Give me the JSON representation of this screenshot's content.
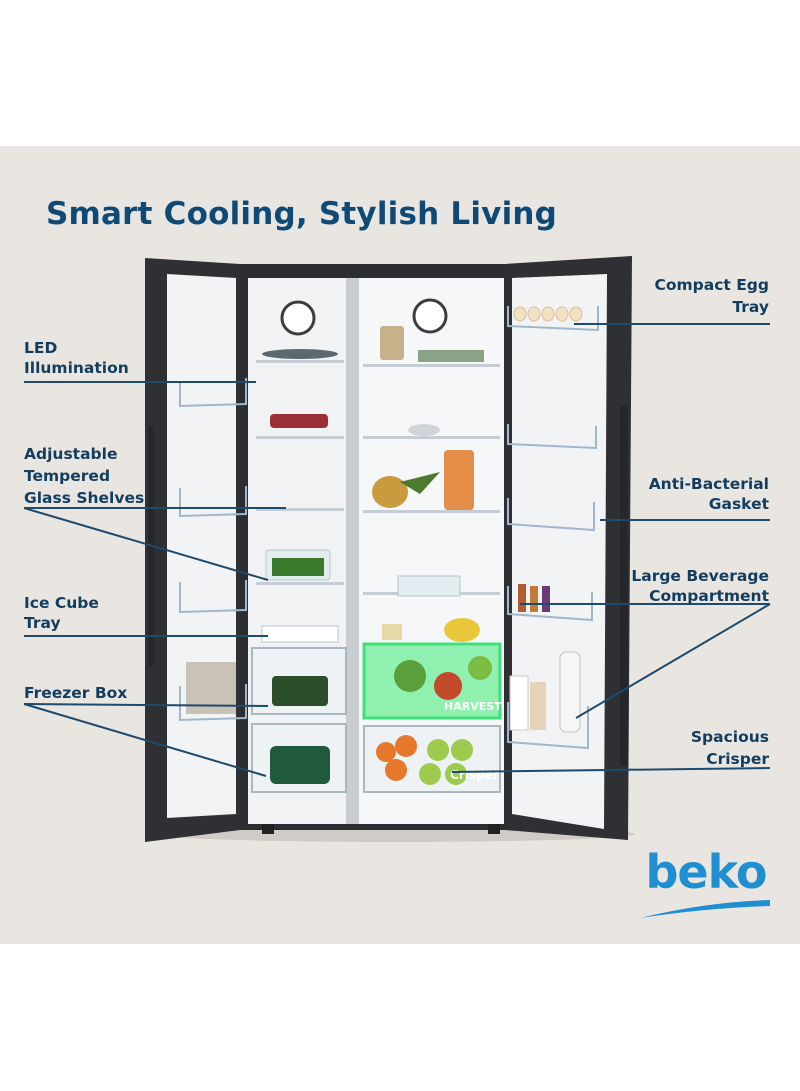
{
  "headline": "Smart Cooling, Stylish Living",
  "labels": {
    "led": [
      "LED",
      "Illumination"
    ],
    "shelves": [
      "Adjustable",
      "Tempered",
      "Glass Shelves"
    ],
    "ice": [
      "Ice Cube",
      "Tray"
    ],
    "freezer": [
      "Freezer Box"
    ],
    "egg": [
      "Compact Egg",
      "Tray"
    ],
    "gasket": [
      "Anti-Bacterial",
      "Gasket"
    ],
    "beverage": [
      "Large Beverage",
      "Compartment"
    ],
    "crisper": [
      "Spacious",
      "Crisper"
    ]
  },
  "drawer_texts": {
    "harvest": "HARVEST",
    "crisper": "Crisper"
  },
  "brand": "beko",
  "colors": {
    "headline": "#0f4a76",
    "label": "#123d5f",
    "leader_line": "#1d4a6d",
    "brand": "#1f8fd1",
    "background": "#e9e6e2",
    "appliance_body": "#2e3033",
    "led_green": "#3fe07a"
  }
}
